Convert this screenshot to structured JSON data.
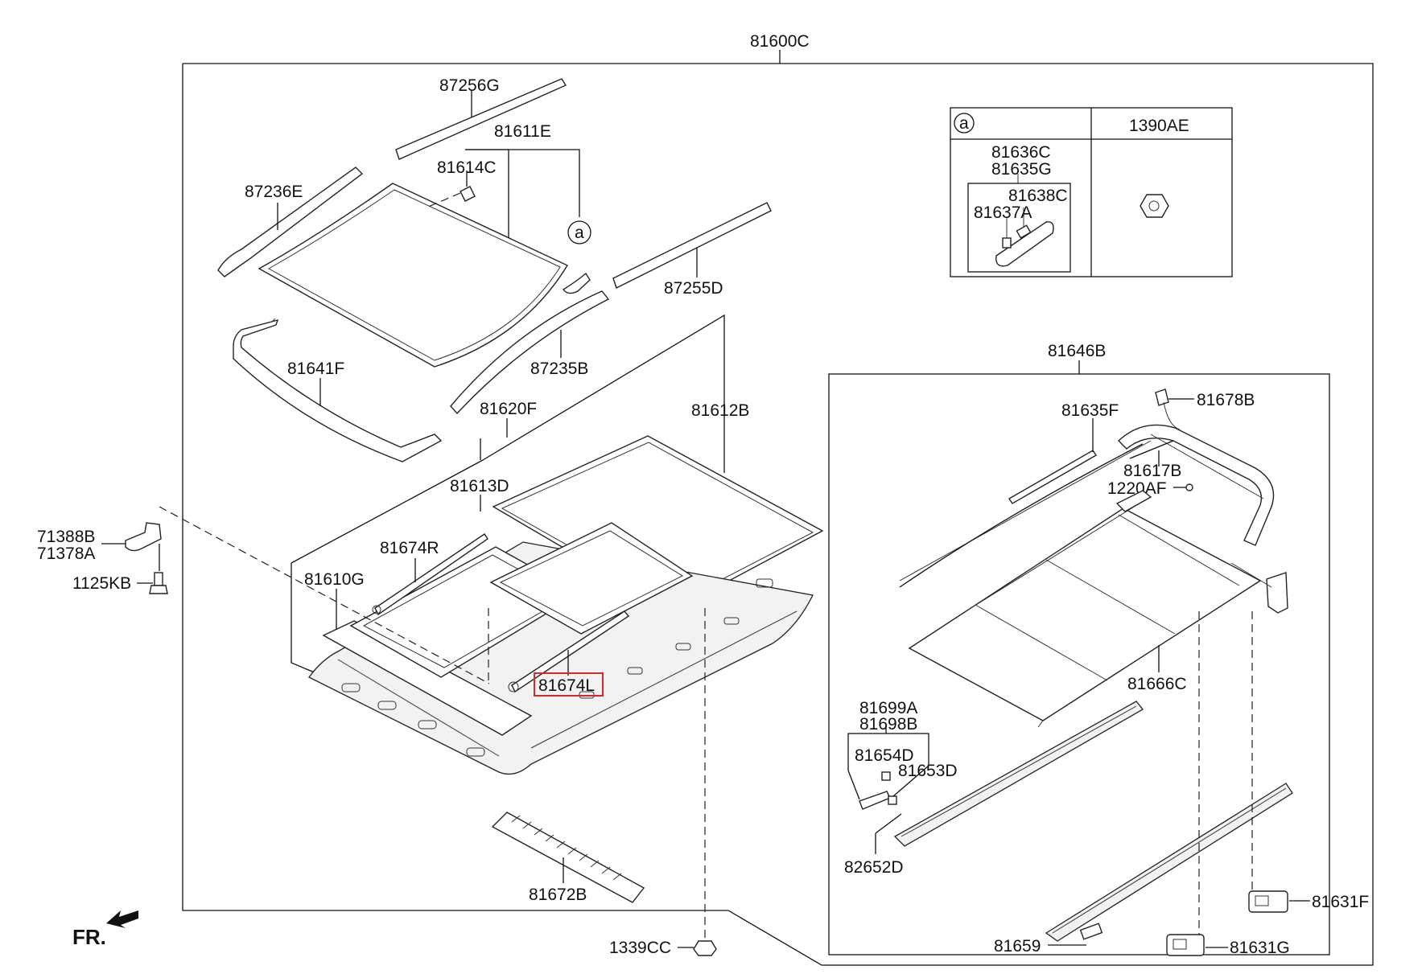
{
  "labels": {
    "p81600C": "81600C",
    "p87256G": "87256G",
    "p81611E": "81611E",
    "p81614C": "81614C",
    "p87236E": "87236E",
    "callout_a": "a",
    "p87255D": "87255D",
    "p87235B": "87235B",
    "p81641F": "81641F",
    "p81620F": "81620F",
    "p81612B": "81612B",
    "p81613D": "81613D",
    "p81674R": "81674R",
    "p81610G": "81610G",
    "p81674L": "81674L",
    "p71388B": "71388B",
    "p71378A": "71378A",
    "p1125KB": "1125KB",
    "p81672B": "81672B",
    "p1339CC": "1339CC",
    "fr": "FR.",
    "p81646B": "81646B",
    "p81635F": "81635F",
    "p81678B": "81678B",
    "p81617B": "81617B",
    "p1220AF": "1220AF",
    "p81666C": "81666C",
    "p81699A": "81699A",
    "p81698B": "81698B",
    "p81654D": "81654D",
    "p81653D": "81653D",
    "p82652D": "82652D",
    "p81659": "81659",
    "p81631F": "81631F",
    "p81631G": "81631G"
  },
  "inset_table": {
    "header_callout": "a",
    "header_part": "1390AE",
    "parts": [
      "81636C",
      "81635G",
      "81638C",
      "81637A"
    ]
  },
  "highlight": {
    "part": "81674L",
    "color": "#d9262b"
  }
}
